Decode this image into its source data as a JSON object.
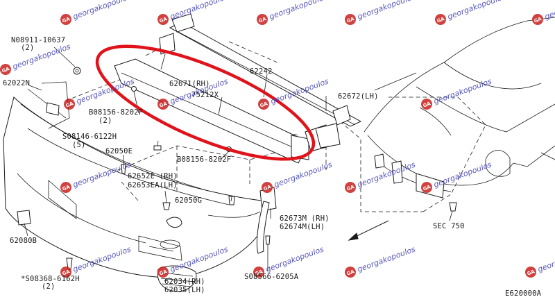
{
  "diagram_code": "E620000A",
  "watermark": {
    "text": "georgakopoulos",
    "logo_text": "GA"
  },
  "colors": {
    "highlight": "#e0131b",
    "ink": "#1a1a1a",
    "watermark_text": "#3a3ab0",
    "watermark_logo": "#c8201e"
  },
  "parts": {
    "p08911": {
      "label": "N08911-10637",
      "qty": "(2)"
    },
    "p62022": {
      "label": "62022N"
    },
    "p08156a": {
      "label": "B08156-8202F",
      "qty": "(2)"
    },
    "p08146": {
      "label": "S08146-6122H",
      "qty": "(5)"
    },
    "p62050e": {
      "label": "62050E"
    },
    "p62652e": {
      "label": "62652E (RH)"
    },
    "p62653e": {
      "label": "62653EA(LH)"
    },
    "p08156b": {
      "label": "B08156-8202F"
    },
    "p62671": {
      "label": "62671(RH)"
    },
    "p75212": {
      "label": "75212X"
    },
    "p62242": {
      "label": "62242"
    },
    "p62672": {
      "label": "62672(LH)"
    },
    "p62050g": {
      "label": "62050G"
    },
    "p62673m": {
      "label": "62673M (RH)"
    },
    "p62674m": {
      "label": "62674M(LH)"
    },
    "p62080b": {
      "label": "62080B"
    },
    "p08368": {
      "label": "*S08368-6162H",
      "qty": "(2)"
    },
    "p62034": {
      "label": "62034(RH)"
    },
    "p62035": {
      "label": "62035(LH)"
    },
    "p08566": {
      "label": "S08566-6205A"
    },
    "sec750": {
      "label": "SEC 750"
    }
  }
}
